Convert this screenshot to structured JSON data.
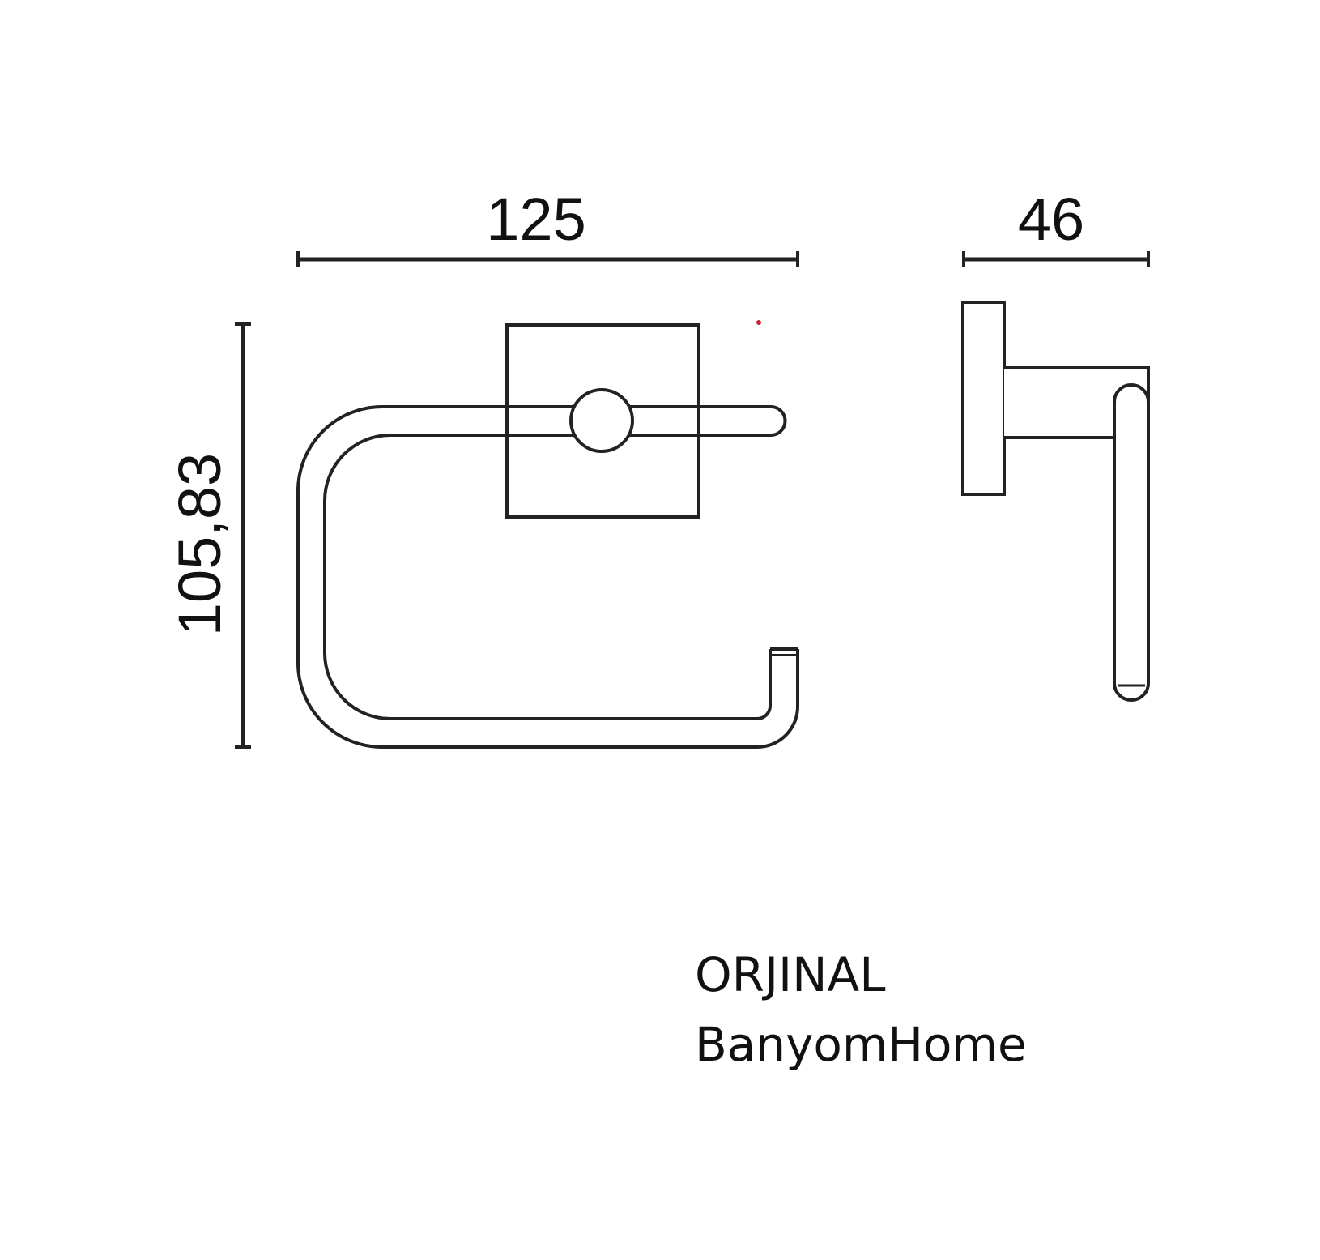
{
  "dimensions": {
    "width": "125",
    "height": "105,83",
    "depth": "46"
  },
  "brand": {
    "line1": "ORJINAL",
    "line2": "BanyomHome"
  },
  "colors": {
    "line": "#222222",
    "text": "#111111",
    "marker": "#d0202a",
    "background": "#ffffff"
  }
}
